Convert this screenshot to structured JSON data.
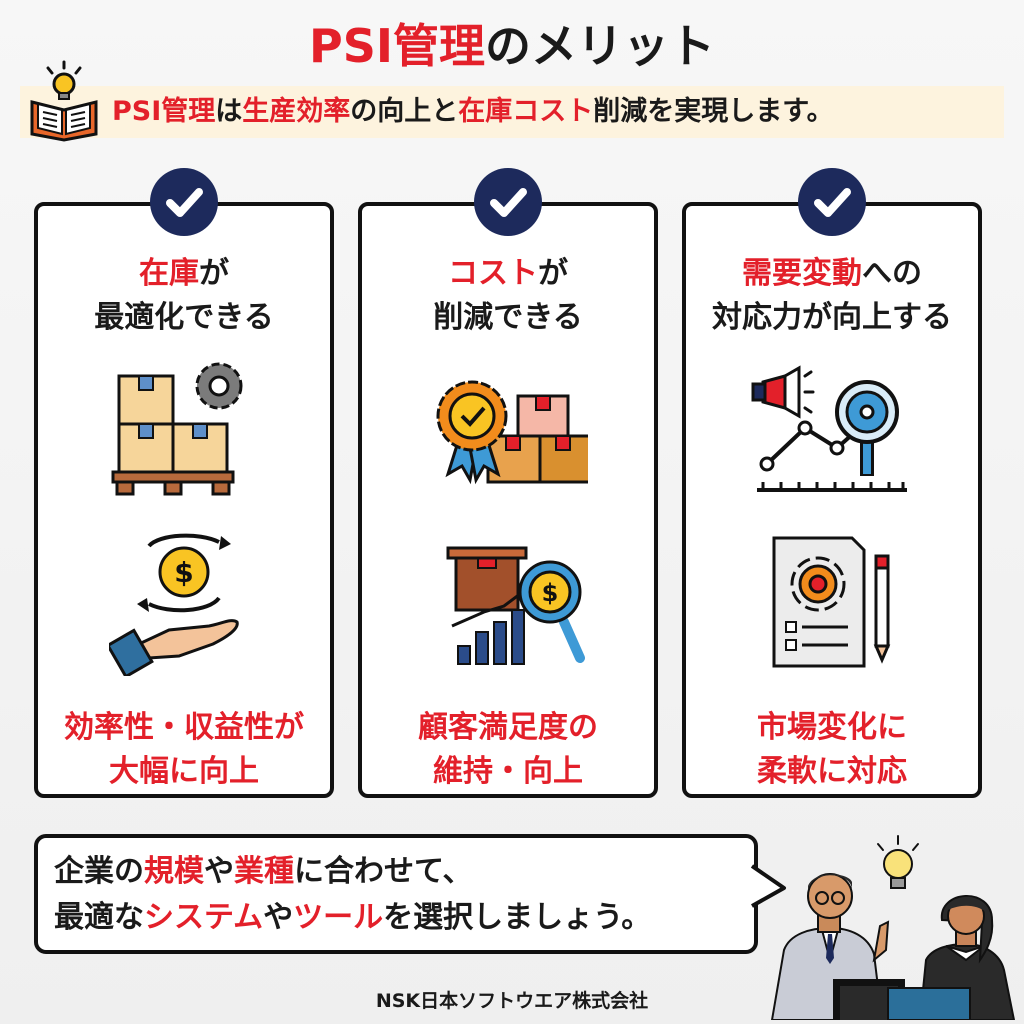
{
  "header": {
    "title_red": "PSI管理",
    "title_rest": "のメリット",
    "subtitle": [
      {
        "text": "PSI管理",
        "red": true
      },
      {
        "text": "は",
        "red": false
      },
      {
        "text": "生産効率",
        "red": true
      },
      {
        "text": "の向上と",
        "red": false
      },
      {
        "text": "在庫コスト",
        "red": true
      },
      {
        "text": "削減を実現します。",
        "red": false
      }
    ],
    "icon": "book-lightbulb-icon"
  },
  "cards": [
    {
      "title_red": "在庫",
      "title_line1_rest": "が",
      "title_line2": "最適化できる",
      "illus_top": "inventory-pallet-gear-icon",
      "illus_bottom": "hand-dollar-coin-icon",
      "foot_line1": "効率性・収益性が",
      "foot_line2": "大幅に向上"
    },
    {
      "title_red": "コスト",
      "title_line1_rest": "が",
      "title_line2": "削減できる",
      "illus_top": "badge-boxes-icon",
      "illus_bottom": "box-magnifier-chart-icon",
      "foot_line1": "顧客満足度の",
      "foot_line2": "維持・向上"
    },
    {
      "title_red": "需要変動",
      "title_line1_rest": "への",
      "title_line2": "対応力が向上する",
      "illus_top": "megaphone-trend-magnifier-icon",
      "illus_bottom": "document-gear-pencil-icon",
      "foot_line1": "市場変化に",
      "foot_line2": "柔軟に対応"
    }
  ],
  "callout": {
    "line1": [
      {
        "text": "企業の",
        "red": false
      },
      {
        "text": "規模",
        "red": true
      },
      {
        "text": "や",
        "red": false
      },
      {
        "text": "業種",
        "red": true
      },
      {
        "text": "に合わせて、",
        "red": false
      }
    ],
    "line2": [
      {
        "text": "最適な",
        "red": false
      },
      {
        "text": "システム",
        "red": true
      },
      {
        "text": "や",
        "red": false
      },
      {
        "text": "ツール",
        "red": true
      },
      {
        "text": "を選択しましょう。",
        "red": false
      }
    ]
  },
  "footer": "NSK日本ソフトウエア株式会社",
  "colors": {
    "accent": "#e3202a",
    "navy": "#1d2a5c",
    "band": "#fdf3de",
    "text": "#1a1a1a"
  }
}
